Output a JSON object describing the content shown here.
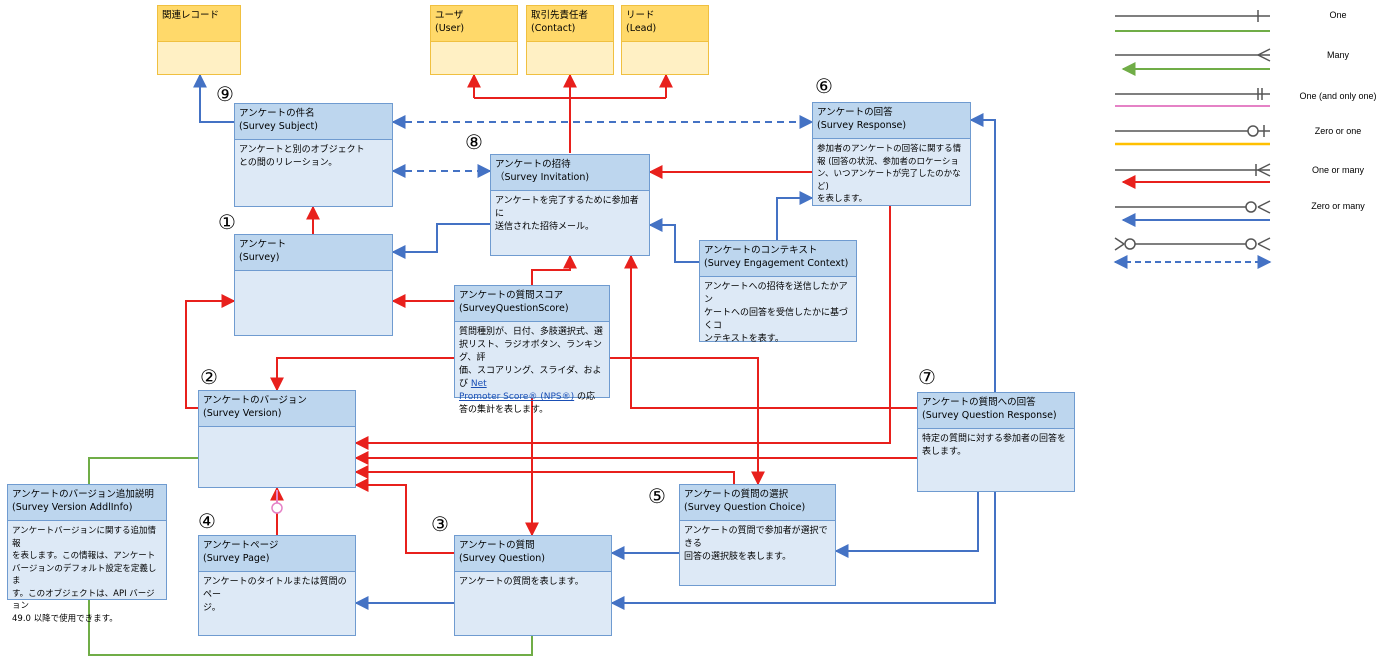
{
  "colors": {
    "one": "#70ad47",
    "many": "#70ad47",
    "one_and_only_one": "#e582c6",
    "zero_or_one": "#ffc000",
    "one_or_many": "#e8201c",
    "zero_or_many": "#4472c4",
    "dashed": "#4472c4"
  },
  "numbers": {
    "n1": "①",
    "n2": "②",
    "n3": "③",
    "n4": "④",
    "n5": "⑤",
    "n6": "⑥",
    "n7": "⑦",
    "n8": "⑧",
    "n9": "⑨"
  },
  "related_records": {
    "title": "関連レコード"
  },
  "user": {
    "title": "ユーザ",
    "subtitle": "(User)"
  },
  "contact": {
    "title": "取引先責任者",
    "subtitle": "(Contact)"
  },
  "lead": {
    "title": "リード",
    "subtitle": "(Lead)"
  },
  "survey_subject": {
    "title": "アンケートの件名",
    "subtitle": "(Survey Subject)",
    "desc": [
      "アンケートと別のオブジェクト",
      "との間のリレーション。"
    ]
  },
  "survey_invitation": {
    "title": "アンケートの招待",
    "subtitle": "（Survey Invitation)",
    "desc": [
      "アンケートを完了するために参加者に",
      "送信された招待メール。"
    ]
  },
  "survey_response": {
    "title": "アンケートの回答",
    "subtitle": "(Survey Response)",
    "desc": [
      "参加者のアンケートの回答に関する情",
      "報 (回答の状況、参加者のロケーショ",
      "ン、いつアンケートが完了したのかなど)",
      "を表します。"
    ]
  },
  "survey": {
    "title": "アンケート",
    "subtitle": "(Survey)"
  },
  "engagement_context": {
    "title": "アンケートのコンテキスト",
    "subtitle": "(Survey Engagement Context)",
    "desc": [
      "アンケートへの招待を送信したかアン",
      "ケートへの回答を受信したかに基づくコ",
      "ンテキストを表す。"
    ]
  },
  "question_score": {
    "title": "アンケートの質問スコア",
    "subtitle": "(SurveyQuestionScore)",
    "desc": [
      "質問種別が、日付、多肢選択式、選",
      "択リスト、ラジオボタン、ランキング、評",
      "価、スコアリング、スライダ、および "
    ],
    "link1": "Net",
    "link2": "Promoter Score® (NPS®)",
    "desc_tail1": " の応",
    "desc_tail2": "答の集計を表します。"
  },
  "survey_version": {
    "title": "アンケートのバージョン",
    "subtitle": "(Survey Version)"
  },
  "question_response": {
    "title": "アンケートの質問への回答",
    "subtitle": "(Survey Question Response)",
    "desc": [
      "特定の質問に対する参加者の回答を",
      "表します。"
    ]
  },
  "version_addinfo": {
    "title": "アンケートのバージョン追加説明",
    "subtitle": "(Survey Version AddlInfo)",
    "desc": [
      "アンケートバージョンに関する追加情報",
      "を表します。この情報は、アンケート",
      "バージョンのデフォルト設定を定義しま",
      "す。このオブジェクトは、API バージョン",
      "49.0 以降で使用できます。"
    ]
  },
  "question_choice": {
    "title": "アンケートの質問の選択",
    "subtitle": "(Survey Question Choice)",
    "desc": [
      "アンケートの質問で参加者が選択できる",
      "回答の選択肢を表します。"
    ]
  },
  "survey_page": {
    "title": "アンケートページ",
    "subtitle": "(Survey Page)",
    "desc": [
      "アンケートのタイトルまたは質問のペー",
      "ジ。"
    ]
  },
  "survey_question": {
    "title": "アンケートの質問",
    "subtitle": "(Survey Question)",
    "desc": [
      "アンケートの質問を表します。"
    ]
  },
  "legend": {
    "items": [
      "One",
      "Many",
      "One (and only one)",
      "Zero or one",
      "One or many",
      "Zero or many"
    ]
  }
}
